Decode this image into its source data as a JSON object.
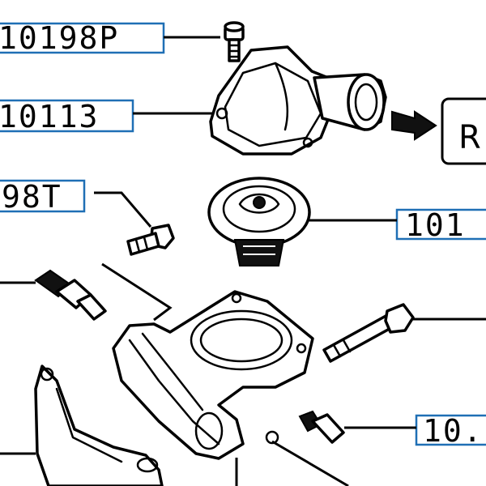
{
  "callouts": [
    {
      "id": "c1",
      "text": "10198P"
    },
    {
      "id": "c2",
      "text": "10113"
    },
    {
      "id": "c3",
      "text": "98T"
    },
    {
      "id": "c4",
      "text": "101"
    },
    {
      "id": "c5",
      "text": "10."
    }
  ],
  "direction_marker": {
    "text": "R"
  },
  "colors": {
    "callout_box": "#1f6fb5",
    "line": "#000000",
    "background": "#ffffff"
  }
}
